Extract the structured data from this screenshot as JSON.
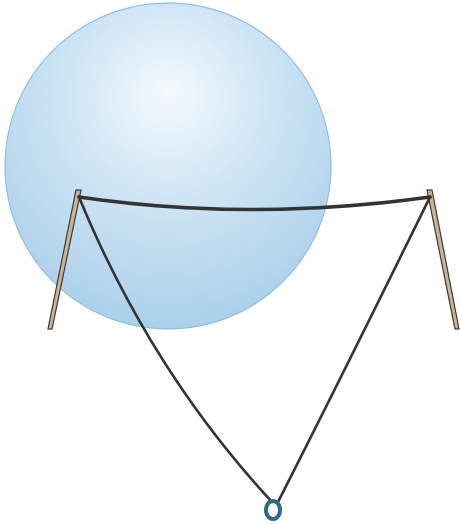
{
  "diagram": {
    "description_labels": [],
    "colors": {
      "bubble_fill_light": "#f4f9fd",
      "bubble_fill_mid": "#cde4f4",
      "bubble_fill_dark": "#a7cde9",
      "bubble_stroke": "#8fc0e2",
      "stick_fill": "#c9b494",
      "stick_stroke": "#3a3a3a",
      "string_color": "#333333",
      "ring_color": "#2f6b80"
    },
    "elements": [
      {
        "name": "soap-bubble",
        "shape": "circle"
      },
      {
        "name": "left-stick",
        "shape": "rod"
      },
      {
        "name": "right-stick",
        "shape": "rod"
      },
      {
        "name": "top-string",
        "shape": "thread"
      },
      {
        "name": "left-string",
        "shape": "thread"
      },
      {
        "name": "right-string",
        "shape": "thread"
      },
      {
        "name": "weight-ring",
        "shape": "ring"
      }
    ]
  }
}
